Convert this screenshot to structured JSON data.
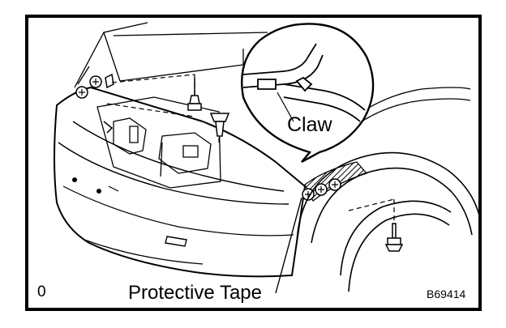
{
  "labels": {
    "claw": "Claw",
    "protective_tape": "Protective Tape",
    "corner_mark": "0",
    "figure_ref": "B69414"
  },
  "colors": {
    "ink": "#000000",
    "paper": "#ffffff",
    "tape_hatch": "#000000"
  },
  "icons": [
    "clip-icon",
    "bolt-icon",
    "push-pin-icon",
    "screw-icon"
  ]
}
